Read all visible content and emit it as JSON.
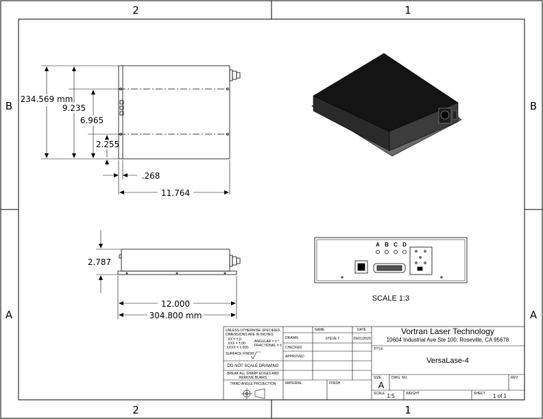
{
  "zones": {
    "columns": [
      "2",
      "1"
    ],
    "rows": [
      "B",
      "A"
    ]
  },
  "dimensions": {
    "overall_height_mm": "234.569 mm",
    "overall_height_in": "9.235",
    "mid_height": "6.965",
    "low_height": "2.255",
    "foot_offset": ".268",
    "inner_width": "11.764",
    "side_height": "2.787",
    "overall_width_in": "12.000",
    "overall_width_mm": "304.800 mm"
  },
  "connector_letters": [
    "A",
    "B",
    "C",
    "D"
  ],
  "scale_label": "SCALE 1:3",
  "title_block": {
    "company": "Vortran Laser Technology",
    "address": "10604 Industrial Ave Ste 100, Roseville, CA 95678",
    "title_label": "TITLE",
    "title": "VersaLase-4",
    "name_header": "NAME",
    "date_header": "DATE",
    "drawn_label": "DRAWN",
    "drawn_name": "STEVE T",
    "drawn_date": "09/21/2020",
    "checked_label": "CHECKED",
    "approved_label": "APPROVED",
    "material_label": "MATERIAL",
    "finish_label": "FINISH",
    "size_label": "SIZE",
    "size": "A",
    "dwg_label": "DWG. NO.",
    "rev_label": "REV.",
    "scale_label": "SCALE",
    "scale": "1:5",
    "weight_label": "WEIGHT",
    "sheet_label": "SHEET",
    "sheet": "1 of 1",
    "tol_line1": "UNLESS OTHERWISE SPECIFIED,",
    "tol_line2": "DIMENSIONS ARE IN INCHES",
    "tol_line3": ".XX = ±.0-",
    "tol_line4": ".XXX = ±.00-",
    "tol_line5": ".XXXX = ±.000-",
    "tol_angular": "ANGULAR = ± °",
    "tol_fractional": "FRACTIONAL = ±",
    "surface_finish": "SURFACE FINISH",
    "do_not_scale": "DO NOT SCALE DRAWING",
    "break_edges1": "BREAK ALL SHARP EDGES AND",
    "break_edges2": "REMOVE BURRS",
    "projection": "THIRD ANGLE PROJECTION"
  }
}
